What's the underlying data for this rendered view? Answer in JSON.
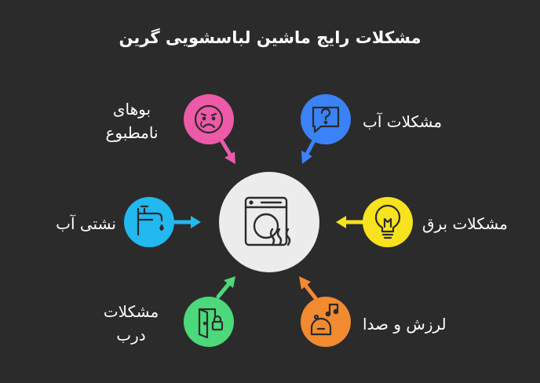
{
  "title": "مشکلات رایج ماشین لباسشویی گرین",
  "center": {
    "icon": "washing-machine-icon",
    "fill": "#ececec"
  },
  "items": [
    {
      "id": "odor",
      "label_lines": [
        "بوهای",
        "نامطبوع"
      ],
      "icon": "sad-face-icon",
      "color": "#ec5aa8"
    },
    {
      "id": "water",
      "label_lines": [
        "مشکلات آب"
      ],
      "icon": "question-bubble-icon",
      "color": "#3b82f6"
    },
    {
      "id": "leak",
      "label_lines": [
        "نشتی آب"
      ],
      "icon": "faucet-icon",
      "color": "#22b8f0"
    },
    {
      "id": "electric",
      "label_lines": [
        "مشکلات برق"
      ],
      "icon": "light-bulb-icon",
      "color": "#f7e21e"
    },
    {
      "id": "door",
      "label_lines": [
        "مشکلات",
        "درب"
      ],
      "icon": "locked-door-icon",
      "color": "#4cd97b"
    },
    {
      "id": "noise",
      "label_lines": [
        "لرزش و صدا"
      ],
      "icon": "speaker-music-icon",
      "color": "#f28a30"
    }
  ]
}
